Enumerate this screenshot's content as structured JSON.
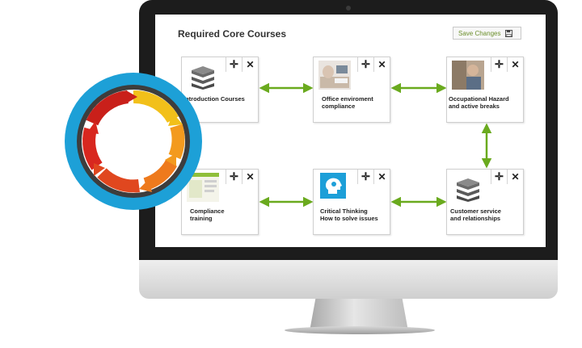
{
  "screen": {
    "title": "Required Core Courses",
    "save_label": "Save Changes"
  },
  "icons": {
    "move": "move-icon",
    "close": "close-icon",
    "save": "floppy-disk-icon"
  },
  "cards": [
    {
      "id": "intro",
      "lines": [
        "Introduction Courses"
      ],
      "thumb": "book-stack-icon"
    },
    {
      "id": "office",
      "lines": [
        "Office enviroment",
        "compliance"
      ],
      "thumb": "office-photo"
    },
    {
      "id": "hazard",
      "lines": [
        "Occupational Hazard",
        "and active breaks"
      ],
      "thumb": "worker-photo"
    },
    {
      "id": "compliance",
      "lines": [
        "Compliance",
        "training"
      ],
      "thumb": "document-thumbnail"
    },
    {
      "id": "critical",
      "lines": [
        "Critical Thinking",
        "How to solve issues"
      ],
      "thumb": "head-gear-icon"
    },
    {
      "id": "customer",
      "lines": [
        "Customer service",
        "and relationships"
      ],
      "thumb": "book-stack-icon"
    }
  ],
  "colors": {
    "accent_green": "#6aaa1e",
    "badge_blue": "#1da0d7",
    "cycle_yellow": "#f2c01a",
    "cycle_orange": "#ee7a1d",
    "cycle_red": "#d8271f"
  }
}
